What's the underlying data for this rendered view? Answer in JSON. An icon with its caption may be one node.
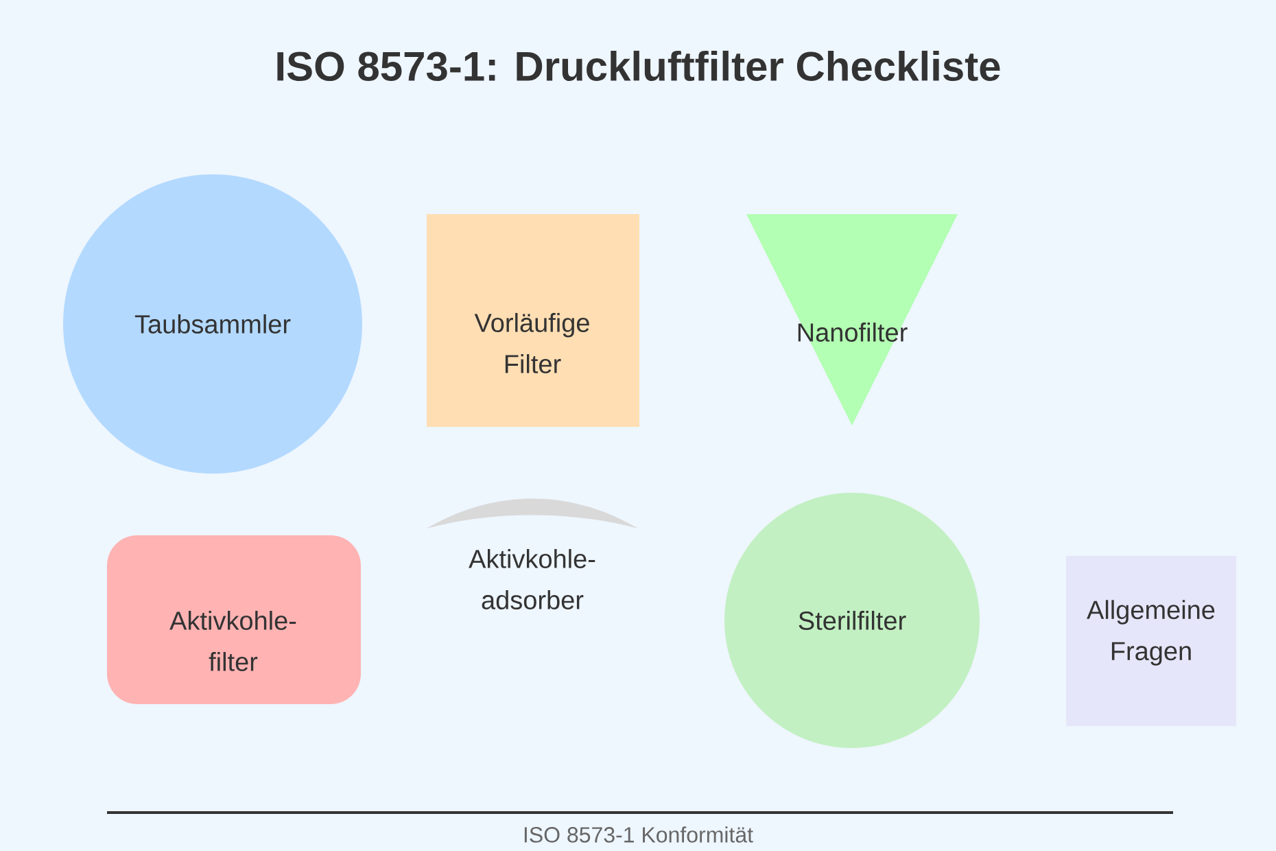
{
  "diagram": {
    "title": "ISO 8573-1: Druckluftfilter Checkliste",
    "nodes": [
      {
        "text": [
          "Taubsammler"
        ]
      },
      {
        "text": [
          "Vorläufige Filter"
        ]
      },
      {
        "text": [
          "Nanofilter"
        ]
      },
      {
        "text": [
          "Aktivkohle-filter"
        ]
      },
      {
        "text": [
          "Aktivkohle-adsorber"
        ]
      },
      {
        "text": [
          "Sterilfilter"
        ]
      },
      {
        "text": [
          "Allgemeine Fragen"
        ]
      }
    ],
    "caption": "ISO 8573-1 Konformität"
  }
}
